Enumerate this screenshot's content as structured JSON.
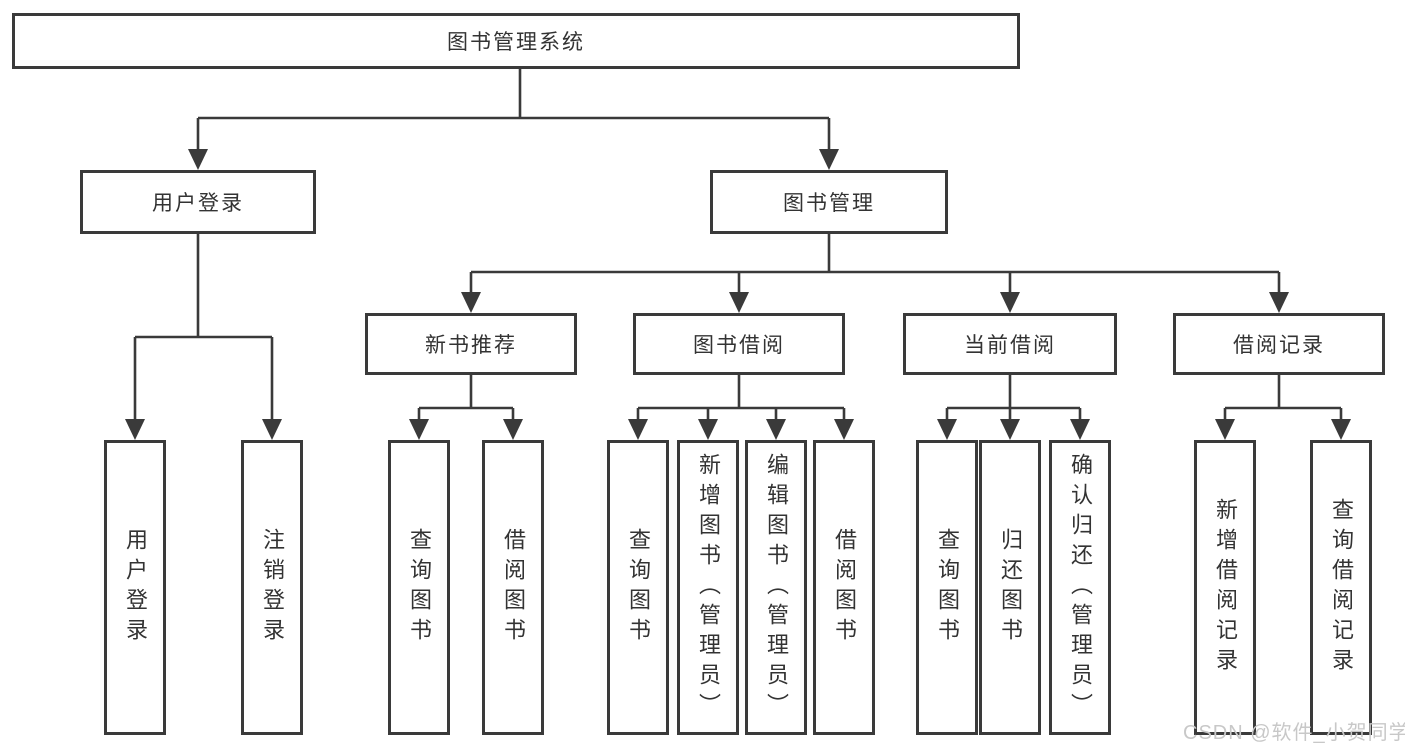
{
  "diagram_title": "图书管理系统",
  "tree": {
    "label": "图书管理系统",
    "children": [
      {
        "label": "用户登录",
        "children": [
          {
            "label": "用户登录"
          },
          {
            "label": "注销登录"
          }
        ]
      },
      {
        "label": "图书管理",
        "children": [
          {
            "label": "新书推荐",
            "children": [
              {
                "label": "查询图书"
              },
              {
                "label": "借阅图书"
              }
            ]
          },
          {
            "label": "图书借阅",
            "children": [
              {
                "label": "查询图书"
              },
              {
                "label": "新增图书（管理员）"
              },
              {
                "label": "编辑图书（管理员）"
              },
              {
                "label": "借阅图书"
              }
            ]
          },
          {
            "label": "当前借阅",
            "children": [
              {
                "label": "查询图书"
              },
              {
                "label": "归还图书"
              },
              {
                "label": "确认归还（管理员）"
              }
            ]
          },
          {
            "label": "借阅记录",
            "children": [
              {
                "label": "新增借阅记录"
              },
              {
                "label": "查询借阅记录"
              }
            ]
          }
        ]
      }
    ]
  },
  "watermark": "CSDN @软件_小贺同学",
  "colors": {
    "line": "#3a3a3a",
    "text": "#333333",
    "watermark": "#c8c8c8",
    "bg": "#ffffff"
  }
}
